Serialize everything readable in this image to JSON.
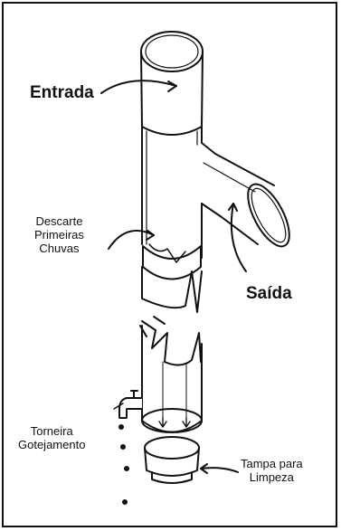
{
  "labels": {
    "entrada": "Entrada",
    "saida": "Saída",
    "descarte": [
      "Descarte",
      "Primeiras",
      "Chuvas"
    ],
    "torneira": [
      "Torneira",
      "Gotejamento"
    ],
    "tampa": [
      "Tampa para",
      "Limpeza"
    ]
  }
}
